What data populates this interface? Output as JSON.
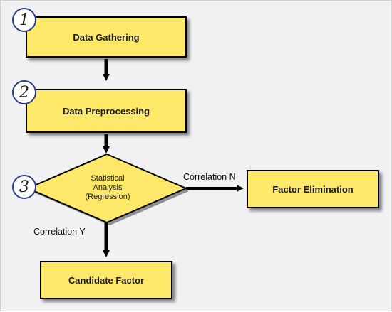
{
  "steps": [
    {
      "number": "1",
      "label": "Data Gathering"
    },
    {
      "number": "2",
      "label": "Data Preprocessing"
    },
    {
      "number": "3",
      "label_lines": [
        "Statistical",
        "Analysis",
        "(Regression)"
      ]
    }
  ],
  "outcomes": {
    "factor_elimination": "Factor Elimination",
    "candidate_factor": "Candidate Factor"
  },
  "edges": {
    "correlation_n": "Correlation N",
    "correlation_y": "Correlation Y"
  },
  "colors": {
    "box_fill": "#fde86a",
    "badge_border": "#2a3f8a",
    "background": "#f1f1f3"
  }
}
